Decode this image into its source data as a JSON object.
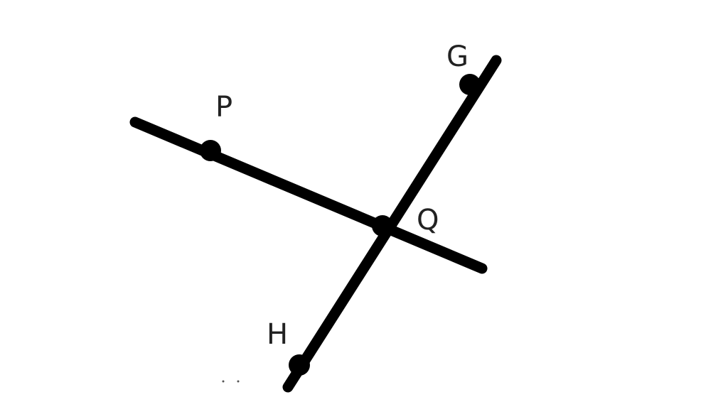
{
  "diagram": {
    "points": {
      "P": "P",
      "Q": "Q",
      "G": "G",
      "H": "H"
    },
    "line_color": "#000000"
  }
}
